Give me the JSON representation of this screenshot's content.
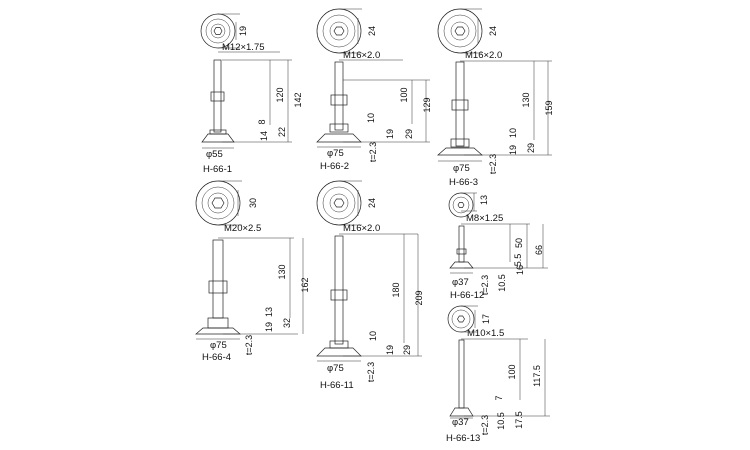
{
  "colors": {
    "metal_light": "#eeeeee",
    "metal_mid": "#c8c8c8",
    "metal_dark": "#8c8c8c",
    "line": "#222222"
  },
  "parts": [
    {
      "model": "H-66-1",
      "thread": "M12×1.75",
      "hex": "19",
      "base_dia": "φ55",
      "dims": [
        "120",
        "142",
        "8",
        "14",
        "22"
      ]
    },
    {
      "model": "H-66-2",
      "thread": "M16×2.0",
      "hex": "24",
      "base_dia": "φ75",
      "t": "t=2.3",
      "dims": [
        "100",
        "129",
        "10",
        "19",
        "29"
      ]
    },
    {
      "model": "H-66-3",
      "thread": "M16×2.0",
      "hex": "24",
      "base_dia": "φ75",
      "t": "t=2.3",
      "dims": [
        "130",
        "159",
        "10",
        "19",
        "29"
      ]
    },
    {
      "model": "H-66-4",
      "thread": "M20×2.5",
      "hex": "30",
      "base_dia": "φ75",
      "t": "t=2.3",
      "dims": [
        "130",
        "162",
        "13",
        "19",
        "32"
      ]
    },
    {
      "model": "H-66-11",
      "thread": "M16×2.0",
      "hex": "24",
      "base_dia": "φ75",
      "t": "t=2.3",
      "dims": [
        "180",
        "209",
        "10",
        "19",
        "29"
      ]
    },
    {
      "model": "H-66-12",
      "thread": "M8×1.25",
      "hex": "13",
      "base_dia": "φ37",
      "t": "t=2.3",
      "dims": [
        "50",
        "66",
        "5.5",
        "10.5",
        "16"
      ]
    },
    {
      "model": "H-66-13",
      "thread": "M10×1.5",
      "hex": "17",
      "base_dia": "φ37",
      "t": "t=2.3",
      "dims": [
        "100",
        "117.5",
        "7",
        "10.5",
        "17.5"
      ]
    }
  ]
}
